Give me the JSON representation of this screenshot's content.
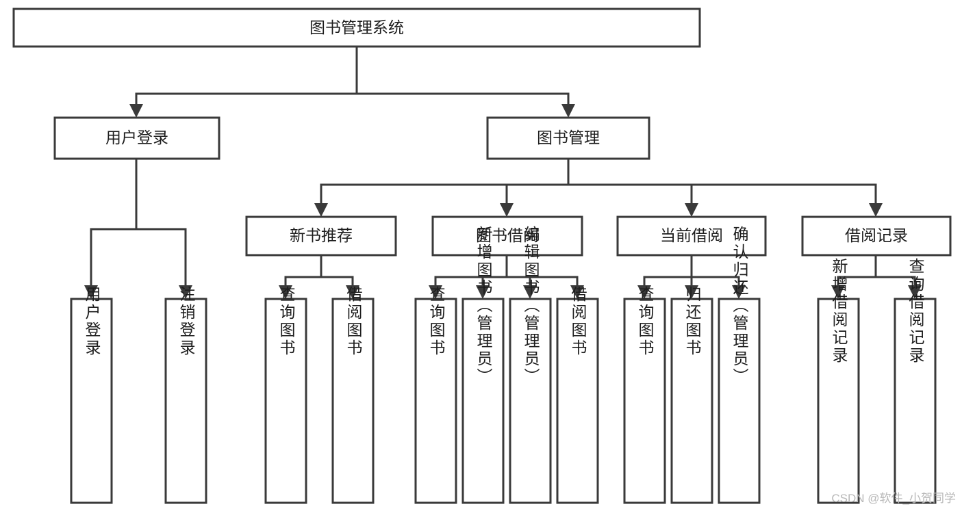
{
  "diagram": {
    "title": "图书管理系统",
    "root": {
      "label": "图书管理系统",
      "id": "root"
    },
    "level2": [
      {
        "id": "user-login",
        "label": "用户登录"
      },
      {
        "id": "book-management",
        "label": "图书管理"
      }
    ],
    "level3": [
      {
        "id": "new-book-recommend",
        "label": "新书推荐",
        "parent": "book-management"
      },
      {
        "id": "book-borrow",
        "label": "图书借阅",
        "parent": "book-management"
      },
      {
        "id": "current-borrow",
        "label": "当前借阅",
        "parent": "book-management"
      },
      {
        "id": "borrow-record",
        "label": "借阅记录",
        "parent": "book-management"
      }
    ],
    "leaves": {
      "user_login": [
        {
          "id": "leaf-user-login",
          "label": "用户登录"
        },
        {
          "id": "leaf-logout-login",
          "label": "注销登录"
        }
      ],
      "new_book_recommend": [
        {
          "id": "leaf-query-book-1",
          "label": "查询图书"
        },
        {
          "id": "leaf-borrow-book-1",
          "label": "借阅图书"
        }
      ],
      "book_borrow": [
        {
          "id": "leaf-query-book-2",
          "label": "查询图书"
        },
        {
          "id": "leaf-add-book",
          "label": "新增图书（管理员）"
        },
        {
          "id": "leaf-edit-book",
          "label": "编辑图书（管理员）"
        },
        {
          "id": "leaf-borrow-book-2",
          "label": "借阅图书"
        }
      ],
      "current_borrow": [
        {
          "id": "leaf-query-book-3",
          "label": "查询图书"
        },
        {
          "id": "leaf-return-book",
          "label": "归还图书"
        },
        {
          "id": "leaf-confirm-return",
          "label": "确认归还（管理员）"
        }
      ],
      "borrow_record": [
        {
          "id": "leaf-add-record",
          "label": "新增借阅记录"
        },
        {
          "id": "leaf-query-record",
          "label": "查询借阅记录"
        }
      ]
    }
  },
  "watermark": {
    "text": "CSDN @软件_小贺同学"
  },
  "colors": {
    "stroke": "#3a3a3a",
    "fill": "#ffffff",
    "text": "#1d1d1d",
    "watermark": "#b8b8b8"
  }
}
